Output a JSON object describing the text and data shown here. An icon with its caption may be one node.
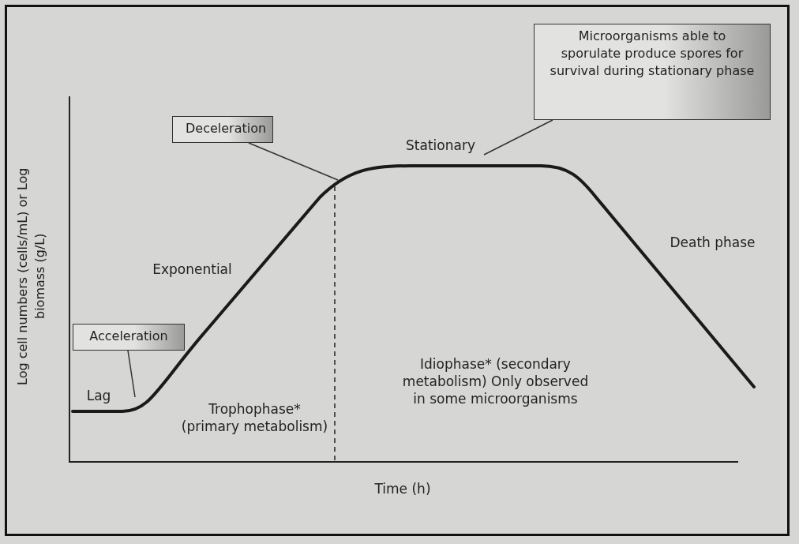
{
  "diagram": {
    "nodes": [
      {
        "text": [
          "Microorganisms able to sporulate produce spores for survival during stationary phase"
        ]
      },
      {
        "text": [
          "Deceleration"
        ]
      },
      {
        "text": [
          "Acceleration"
        ]
      }
    ],
    "edges": [
      {
        "from": 0,
        "to": null,
        "arrow": "none"
      },
      {
        "from": 1,
        "to": null,
        "arrow": "none"
      },
      {
        "from": 2,
        "to": null,
        "arrow": "none"
      }
    ],
    "labels": [
      "Stationary",
      "Exponential",
      "Death phase",
      "Log cell numbers (cells/mL) or Log biomass (g/L)",
      "Lag",
      "Idiophase* (secondary metabolism) Only observed in some microorganisms",
      "Trophophase* (primary metabolism)",
      "Time (h)"
    ]
  }
}
